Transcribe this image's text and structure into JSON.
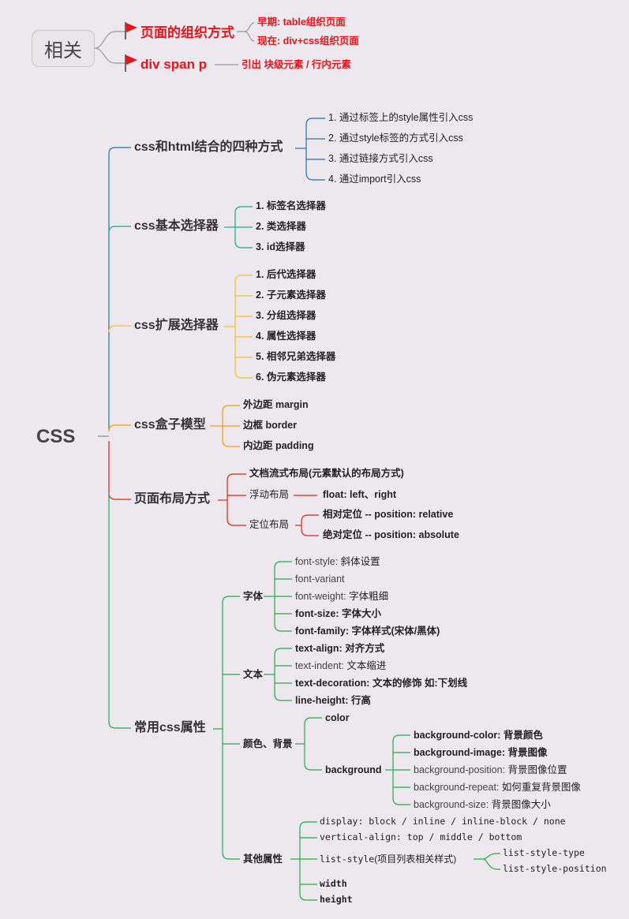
{
  "related": {
    "title": "相关",
    "items": [
      {
        "label": "页面的组织方式",
        "icon": "red-flag-icon",
        "children": [
          "早期: table组织页面",
          "现在: div+css组织页面"
        ]
      },
      {
        "label": "div span p",
        "icon": "red-flag-icon",
        "children": [
          "引出 块级元素 / 行内元素"
        ]
      }
    ]
  },
  "central": "CSS",
  "branches": [
    {
      "label": "css和html结合的四种方式",
      "color": "#2a6fa0",
      "items": [
        "1. 通过标签上的style属性引入css",
        "2. 通过style标签的方式引入css",
        "3. 通过链接方式引入css",
        "4. 通过import引入css"
      ]
    },
    {
      "label": "css基本选择器",
      "color": "#1faa8c",
      "items": [
        "1. 标签名选择器",
        "2. 类选择器",
        "3. id选择器"
      ]
    },
    {
      "label": "css扩展选择器",
      "color": "#f2c12e",
      "items": [
        "1. 后代选择器",
        "2. 子元素选择器",
        "3. 分组选择器",
        "4. 属性选择器",
        "5. 相邻兄弟选择器",
        "6. 伪元素选择器"
      ]
    },
    {
      "label": "css盒子模型",
      "color": "#f39c1a",
      "items": [
        "外边距 margin",
        "边框 border",
        "内边距 padding"
      ]
    },
    {
      "label": "页面布局方式",
      "color": "#d9261c",
      "items": [
        {
          "label": "文档流式布局(元素默认的布局方式)"
        },
        {
          "label": "浮动布局",
          "children": [
            "float: left、right"
          ]
        },
        {
          "label": "定位布局",
          "children": [
            "相对定位 -- position: relative",
            "绝对定位 -- position: absolute"
          ]
        }
      ]
    },
    {
      "label": "常用css属性",
      "color": "#27a84a",
      "groups": [
        {
          "label": "字体",
          "items": [
            {
              "key": "font-style:",
              "desc": "斜体设置"
            },
            {
              "key": "font-variant",
              "desc": ""
            },
            {
              "key": "font-weight:",
              "desc": "字体粗细"
            },
            {
              "key": "font-size:",
              "desc": "字体大小"
            },
            {
              "key": "font-family:",
              "desc": "字体样式(宋体/黑体)"
            }
          ]
        },
        {
          "label": "文本",
          "items": [
            {
              "key": "text-align:",
              "desc": "对齐方式"
            },
            {
              "key": "text-indent:",
              "desc": "文本缩进"
            },
            {
              "key": "text-decoration:",
              "desc": "文本的修饰 如:下划线"
            },
            {
              "key": "line-height:",
              "desc": "行高"
            }
          ]
        },
        {
          "label": "颜色、背景",
          "items": [
            {
              "key": "color",
              "desc": ""
            },
            {
              "key": "background",
              "desc": "",
              "children": [
                {
                  "key": "background-color:",
                  "desc": "背景颜色"
                },
                {
                  "key": "background-image:",
                  "desc": "背景图像"
                },
                {
                  "key": "background-position:",
                  "desc": "背景图像位置"
                },
                {
                  "key": "background-repeat:",
                  "desc": "如何重复背景图像"
                },
                {
                  "key": "background-size:",
                  "desc": "背景图像大小"
                }
              ]
            }
          ]
        },
        {
          "label": "其他属性",
          "items": [
            {
              "text": "display: block / inline / inline-block / none"
            },
            {
              "text": "vertical-align: top / middle / bottom"
            },
            {
              "text": "list-style",
              "desc": "(项目列表相关样式)",
              "children": [
                "list-style-type",
                "list-style-position"
              ]
            },
            {
              "text": "width"
            },
            {
              "text": "height"
            }
          ]
        }
      ]
    }
  ]
}
